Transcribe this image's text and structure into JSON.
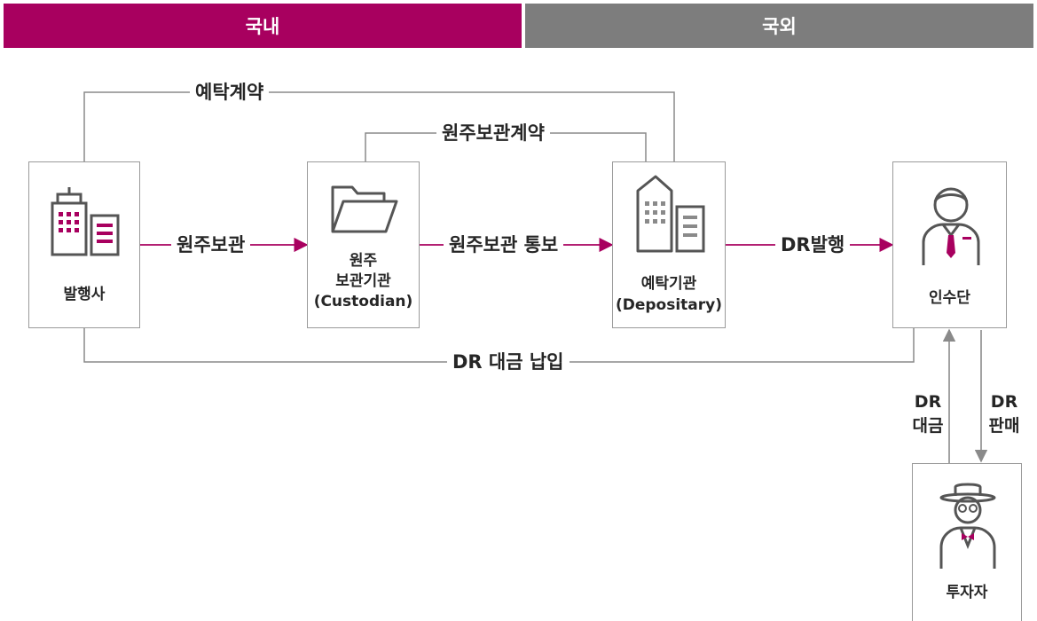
{
  "banner": {
    "domestic": "국내",
    "overseas": "국외"
  },
  "nodes": {
    "issuer": "발행사",
    "custodian": {
      "line1": "원주",
      "line2": "보관기관",
      "line3": "(Custodian)"
    },
    "depositary": {
      "line1": "예탁기관",
      "line2": "(Depositary)"
    },
    "underwriter": "인수단",
    "investor": "투자자"
  },
  "edges": {
    "deposit_contract": "예탁계약",
    "custody_contract": "원주보관계약",
    "custody": "원주보관",
    "custody_notice": "원주보관 통보",
    "dr_issue": "DR발행",
    "dr_payment_in": "DR 대금 납입",
    "dr_payment": {
      "line1": "DR",
      "line2": "대금"
    },
    "dr_sale": {
      "line1": "DR",
      "line2": "판매"
    }
  },
  "colors": {
    "accent": "#a8005f",
    "gray": "#7d7d7d",
    "line": "#8a8a8a"
  }
}
